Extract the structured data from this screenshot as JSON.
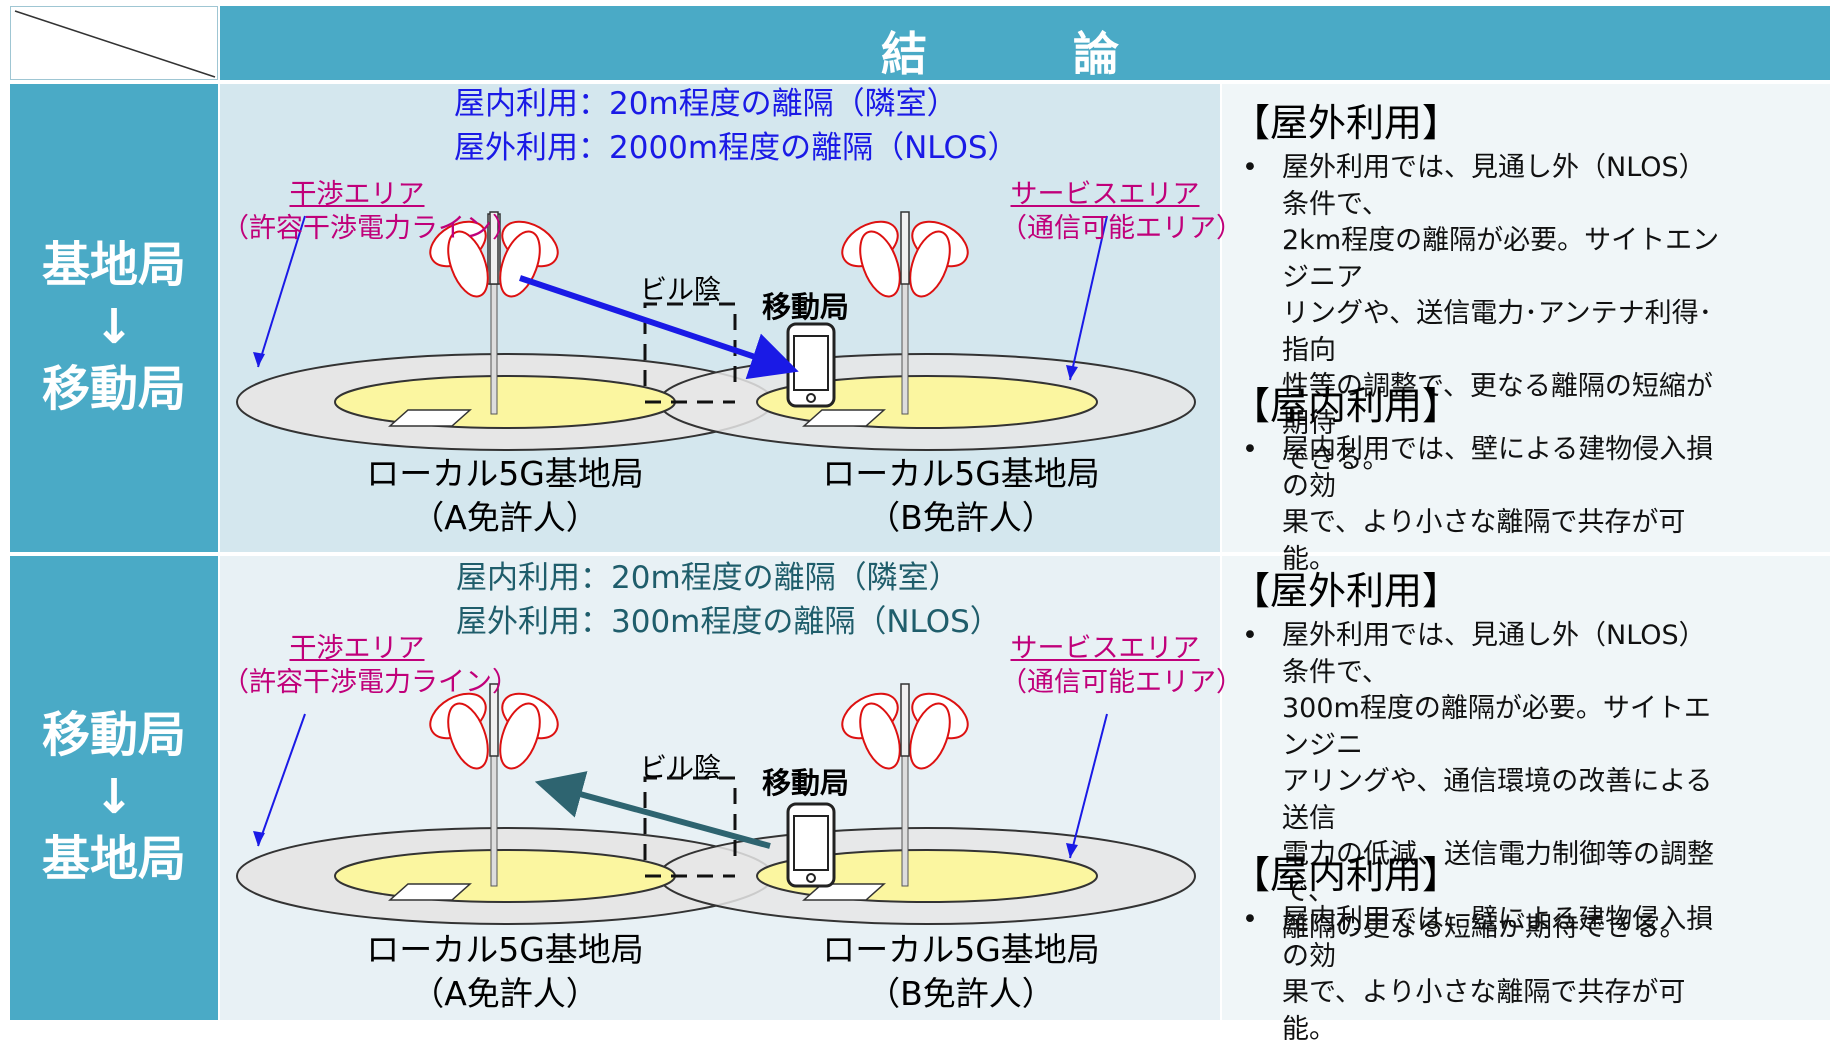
{
  "header": {
    "title": "結　論"
  },
  "rows": [
    {
      "label": [
        "基地局",
        "↓",
        "移動局"
      ],
      "caption_indoor": "屋内利用：20m程度の離隔（隣室）",
      "caption_outdoor": "屋外利用：2000m程度の離隔（NLOS）",
      "interference_area": "干渉エリア",
      "interference_sub": "（許容干渉電力ライン）",
      "service_area": "サービスエリア",
      "service_sub": "（通信可能エリア）",
      "building_shadow": "ビル陰",
      "mobile": "移動局",
      "station_a": "ローカル5G基地局",
      "station_a_sub": "（A免許人）",
      "station_b": "ローカル5G基地局",
      "station_b_sub": "（B免許人）",
      "outdoor_heading": "【屋外利用】",
      "outdoor_text": "屋外利用では、見通し外（NLOS）条件で、\n2km程度の離隔が必要。サイトエンジニア\nリングや、送信電力･アンテナ利得･指向\n性等の調整で、更なる離隔の短縮が期待\nできる。",
      "indoor_heading": "【屋内利用】",
      "indoor_text": "屋内利用では、壁による建物侵入損の効\n果で、より小さな離隔で共存が可能。"
    },
    {
      "label": [
        "移動局",
        "↓",
        "基地局"
      ],
      "caption_indoor": "屋内利用：20m程度の離隔（隣室）",
      "caption_outdoor": "屋外利用：300m程度の離隔（NLOS）",
      "interference_area": "干渉エリア",
      "interference_sub": "（許容干渉電力ライン）",
      "service_area": "サービスエリア",
      "service_sub": "（通信可能エリア）",
      "building_shadow": "ビル陰",
      "mobile": "移動局",
      "station_a": "ローカル5G基地局",
      "station_a_sub": "（A免許人）",
      "station_b": "ローカル5G基地局",
      "station_b_sub": "（B免許人）",
      "outdoor_heading": "【屋外利用】",
      "outdoor_text": "屋外利用では、見通し外（NLOS）条件で、\n300m程度の離隔が必要。サイトエンジニ\nアリングや、通信環境の改善による送信\n電力の低減、送信電力制御等の調整で、\n離隔の更なる短縮が期待できる。",
      "indoor_heading": "【屋内利用】",
      "indoor_text": "屋内利用では、壁による建物侵入損の効\n果で、より小さな離隔で共存が可能。"
    }
  ],
  "colors": {
    "header_bg": "#4aaac6",
    "diagram_bg_1": "#d4e7ee",
    "diagram_bg_2": "#e8f1f5",
    "text_bg": "#f0f6f8",
    "interference_arrow": "#1a1ae6",
    "uplink_arrow": "#2e6470"
  }
}
